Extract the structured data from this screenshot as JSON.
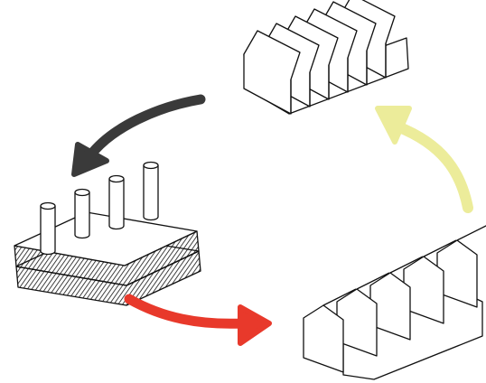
{
  "diagram": {
    "components": [
      {
        "id": "finned-block",
        "fin_count": 6
      },
      {
        "id": "pin-stack",
        "pin_count": 4,
        "plate_count": 2
      },
      {
        "id": "ridged-block",
        "ridge_count": 5
      }
    ],
    "arrows": [
      {
        "id": "arrow-dark",
        "from": "finned-block",
        "to": "pin-stack",
        "color": "#3a3a3a"
      },
      {
        "id": "arrow-red",
        "from": "pin-stack",
        "to": "ridged-block",
        "color": "#e8392b"
      },
      {
        "id": "arrow-yellow",
        "from": "ridged-block",
        "to": "finned-block",
        "color": "#ecec9a"
      }
    ],
    "line_color": "#111111",
    "background": "#ffffff"
  }
}
